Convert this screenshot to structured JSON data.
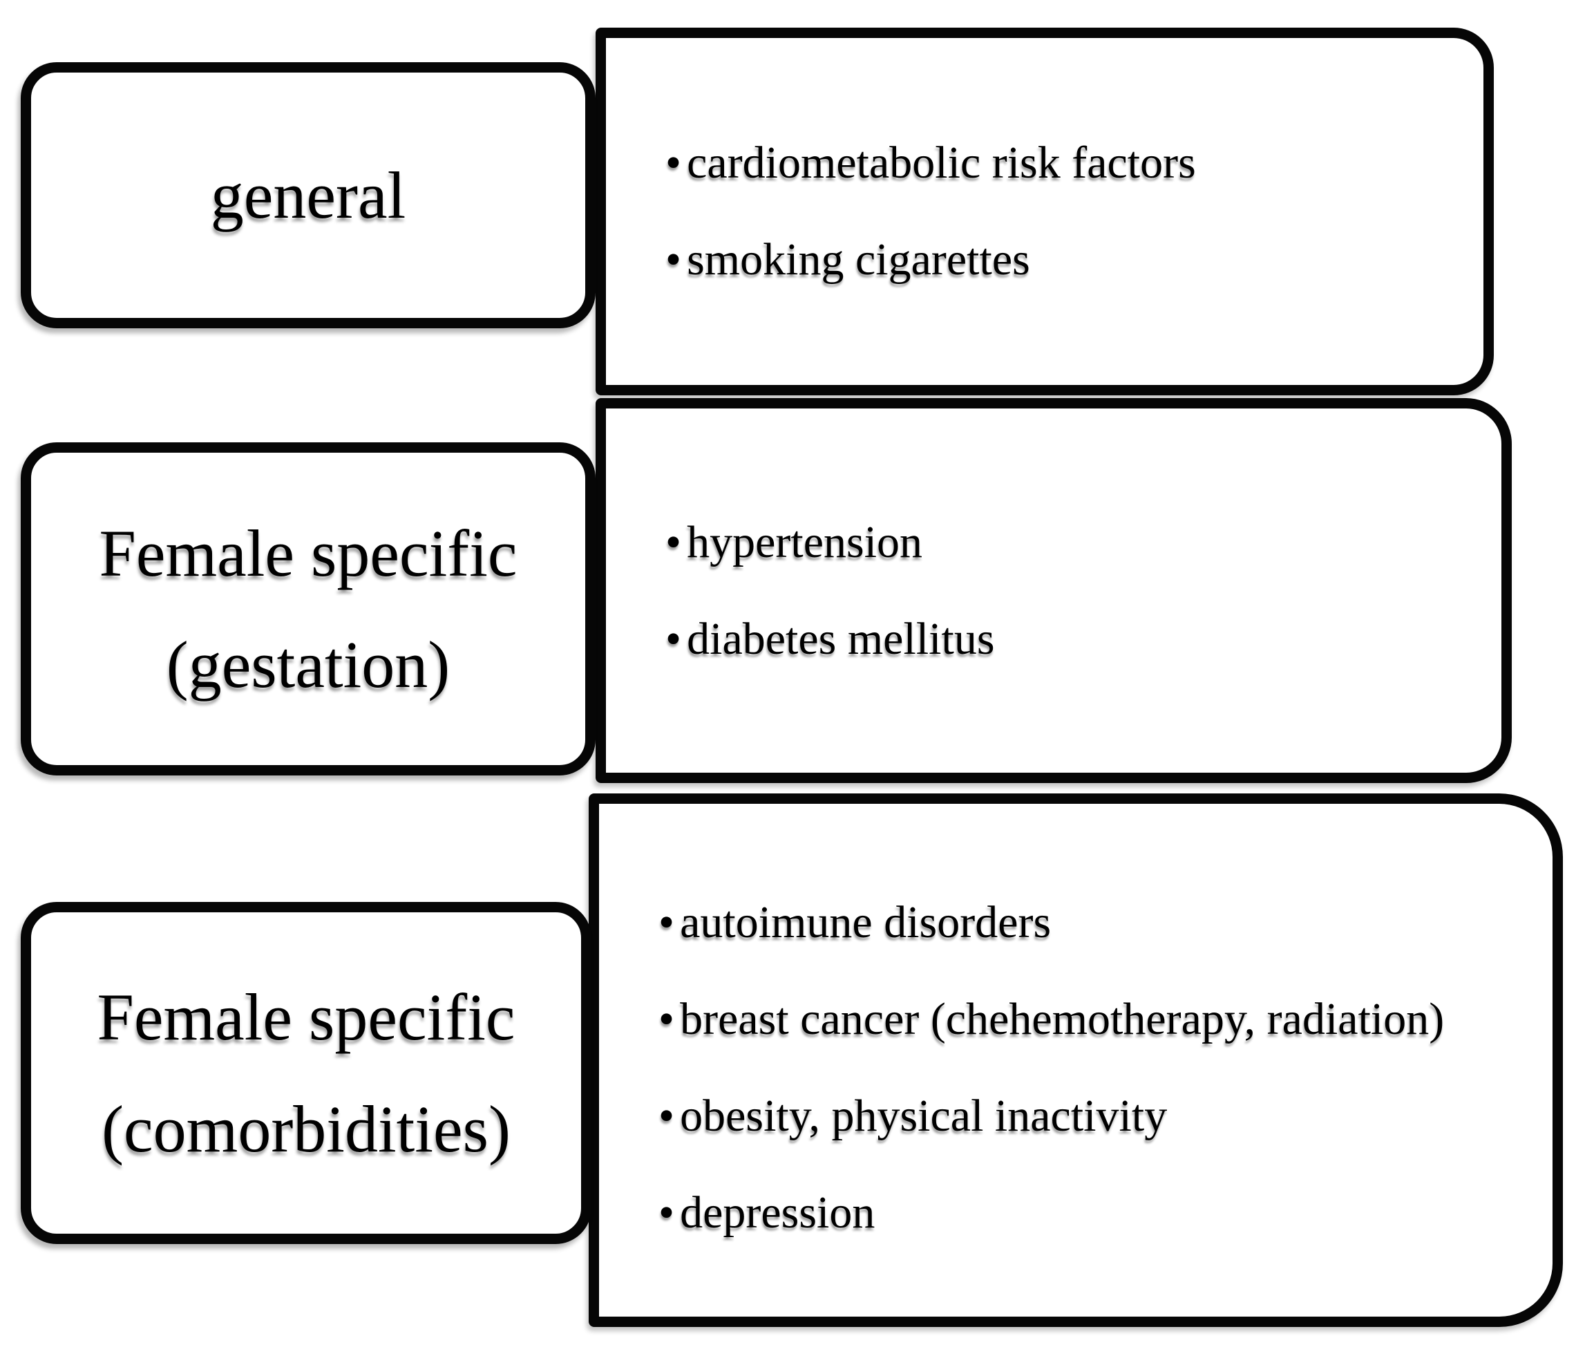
{
  "diagram": {
    "bullet_char": "•",
    "colors": {
      "border": "#000000",
      "background": "#ffffff",
      "text": "#000000"
    },
    "rows": [
      {
        "label_lines": [
          "general"
        ],
        "bullets": [
          "cardiometabolic risk factors",
          "smoking cigarettes"
        ]
      },
      {
        "label_lines": [
          "Female specific",
          "(gestation)"
        ],
        "bullets": [
          "hypertension",
          "diabetes mellitus"
        ]
      },
      {
        "label_lines": [
          "Female specific",
          "(comorbidities)"
        ],
        "bullets": [
          "autoimune disorders",
          "breast cancer (chehemotherapy, radiation)",
          "obesity, physical inactivity",
          "depression"
        ]
      }
    ]
  }
}
